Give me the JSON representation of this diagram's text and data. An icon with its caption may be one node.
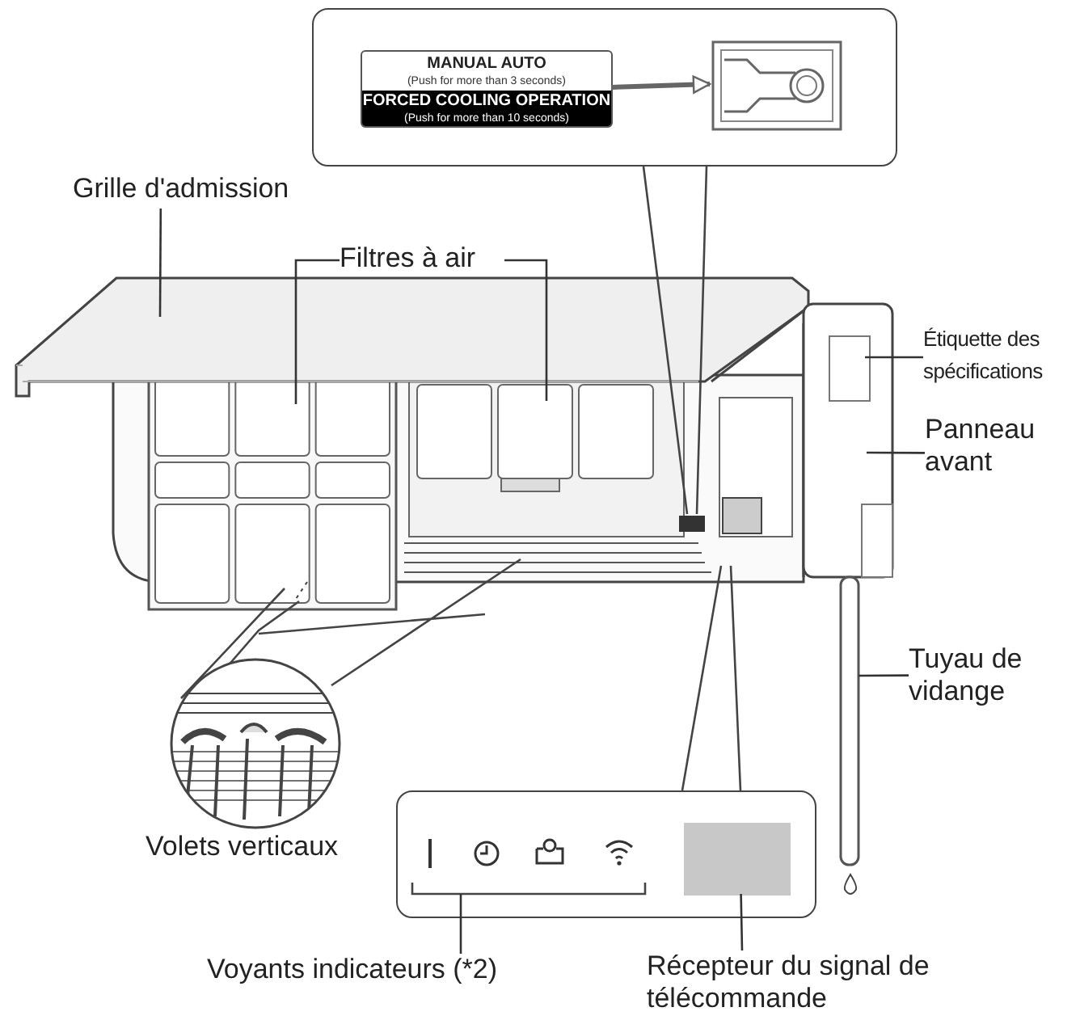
{
  "diagram": {
    "nodes": [
      {
        "text": [],
        "shape": "box"
      },
      {
        "text": [
          "MANUAL AUTO",
          "(Push for more than 3 seconds)",
          "FORCED COOLING OPERATION",
          "(Push for more than 10 seconds)"
        ],
        "in": 0
      },
      {
        "text": [],
        "shape": "picture",
        "in": 0
      },
      {
        "text": [
          "Grille d'admission"
        ]
      },
      {
        "text": [
          "Filtres à air"
        ]
      },
      {
        "text": [
          "Étiquette des spécifications"
        ]
      },
      {
        "text": [
          "Panneau avant"
        ]
      },
      {
        "text": [
          "Tuyau de vidange"
        ]
      },
      {
        "text": [],
        "shape": "picture",
        "beside": [
          "Volets verticaux"
        ]
      },
      {
        "text": [],
        "shape": "box"
      },
      {
        "text": [
          "Voyants indicateurs (*2)"
        ]
      },
      {
        "text": [],
        "shape": "box",
        "in": 9
      },
      {
        "text": [
          "Récepteur du signal de télécommande"
        ]
      }
    ],
    "edges": [
      {
        "from": 1,
        "to": 2,
        "arrow": "to",
        "style": "thick"
      },
      {
        "from": 3,
        "to": null,
        "arrow": "none"
      },
      {
        "from": 4,
        "to": null,
        "arrow": "none"
      },
      {
        "from": 4,
        "to": null,
        "arrow": "none"
      },
      {
        "from": 5,
        "to": null,
        "arrow": "none"
      },
      {
        "from": 6,
        "to": null,
        "arrow": "none"
      },
      {
        "from": 7,
        "to": null,
        "arrow": "none"
      },
      {
        "from": 10,
        "to": null,
        "arrow": "none"
      },
      {
        "from": 12,
        "to": 11,
        "arrow": "none"
      }
    ]
  }
}
